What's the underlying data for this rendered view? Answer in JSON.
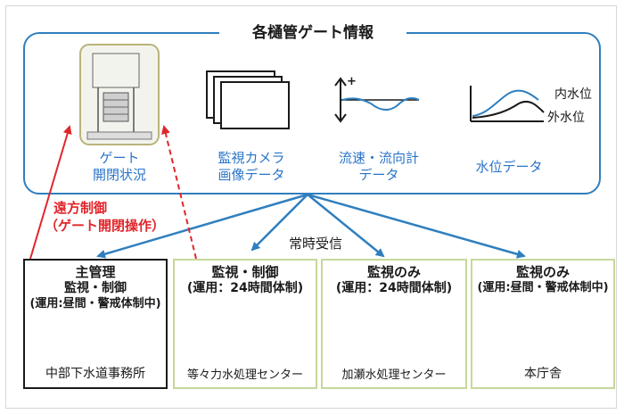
{
  "title": "各樋管ゲート情報",
  "info_items": {
    "gate": {
      "line1": "ゲート",
      "line2": "開閉状況"
    },
    "camera": {
      "line1": "監視カメラ",
      "line2": "画像データ"
    },
    "flow": {
      "line1": "流速・流向計",
      "line2": "データ"
    },
    "level": {
      "line1": "水位データ",
      "inner": "内水位",
      "outer": "外水位"
    }
  },
  "flow_graph_plus": "+",
  "remote": {
    "line1": "遠方制御",
    "line2": "（ゲート開閉操作）"
  },
  "constant_reception": "常時受信",
  "offices": [
    {
      "role": "主管理",
      "mode1": "監視・制御",
      "mode2": "(運用:昼間・警戒体制中)",
      "name": "中部下水道事務所"
    },
    {
      "role": "監視・制御",
      "mode1": "(運用：24時間体制)",
      "mode2": "",
      "name": "等々力水処理センター"
    },
    {
      "role": "監視のみ",
      "mode1": "(運用：24時間体制)",
      "mode2": "",
      "name": "加瀬水処理センター"
    },
    {
      "role": "監視のみ",
      "mode1": "(運用:昼間・警戒体制中)",
      "mode2": "",
      "name": "本庁舎"
    }
  ],
  "colors": {
    "accent_blue": "#2f7fbf",
    "label_blue": "#2a74c8",
    "remote_red": "#e0262b",
    "sub_border": "#c6d89a"
  },
  "icons": [
    "gate-photo-icon",
    "camera-images-icon",
    "flow-graph-icon",
    "water-level-graph-icon",
    "laptop-icon"
  ]
}
